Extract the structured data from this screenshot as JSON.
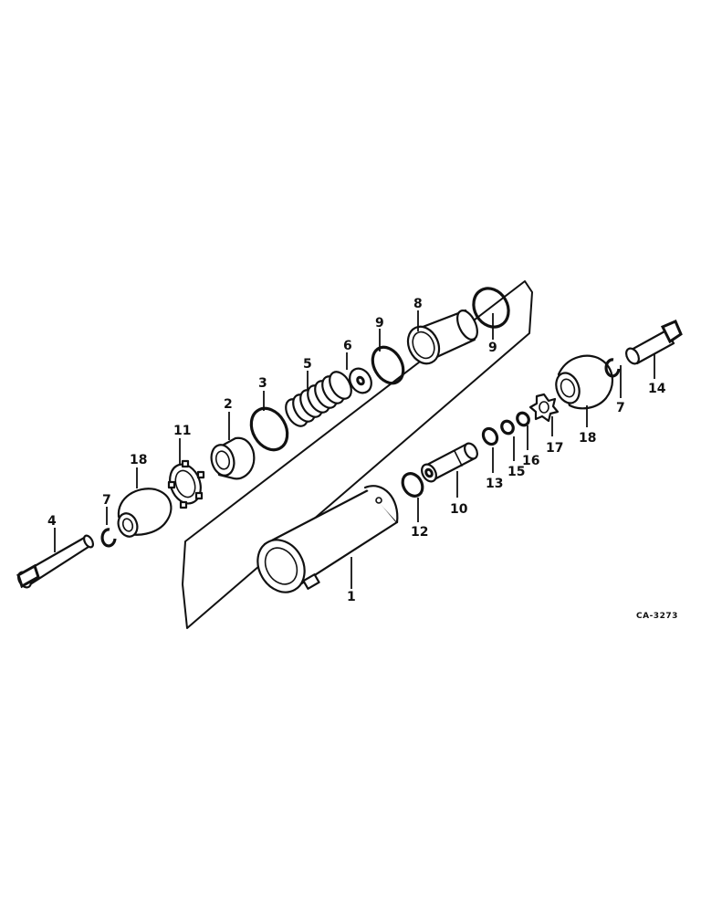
{
  "diagram": {
    "reference_code": "CA-3273",
    "callouts": [
      {
        "id": "1",
        "label": "1"
      },
      {
        "id": "2",
        "label": "2"
      },
      {
        "id": "3",
        "label": "3"
      },
      {
        "id": "4",
        "label": "4"
      },
      {
        "id": "5",
        "label": "5"
      },
      {
        "id": "6",
        "label": "6"
      },
      {
        "id": "7a",
        "label": "7"
      },
      {
        "id": "7b",
        "label": "7"
      },
      {
        "id": "8",
        "label": "8"
      },
      {
        "id": "9a",
        "label": "9"
      },
      {
        "id": "9b",
        "label": "9"
      },
      {
        "id": "10",
        "label": "10"
      },
      {
        "id": "11",
        "label": "11"
      },
      {
        "id": "12",
        "label": "12"
      },
      {
        "id": "13",
        "label": "13"
      },
      {
        "id": "14",
        "label": "14"
      },
      {
        "id": "15",
        "label": "15"
      },
      {
        "id": "16",
        "label": "16"
      },
      {
        "id": "17",
        "label": "17"
      },
      {
        "id": "18a",
        "label": "18"
      },
      {
        "id": "18b",
        "label": "18"
      }
    ]
  }
}
